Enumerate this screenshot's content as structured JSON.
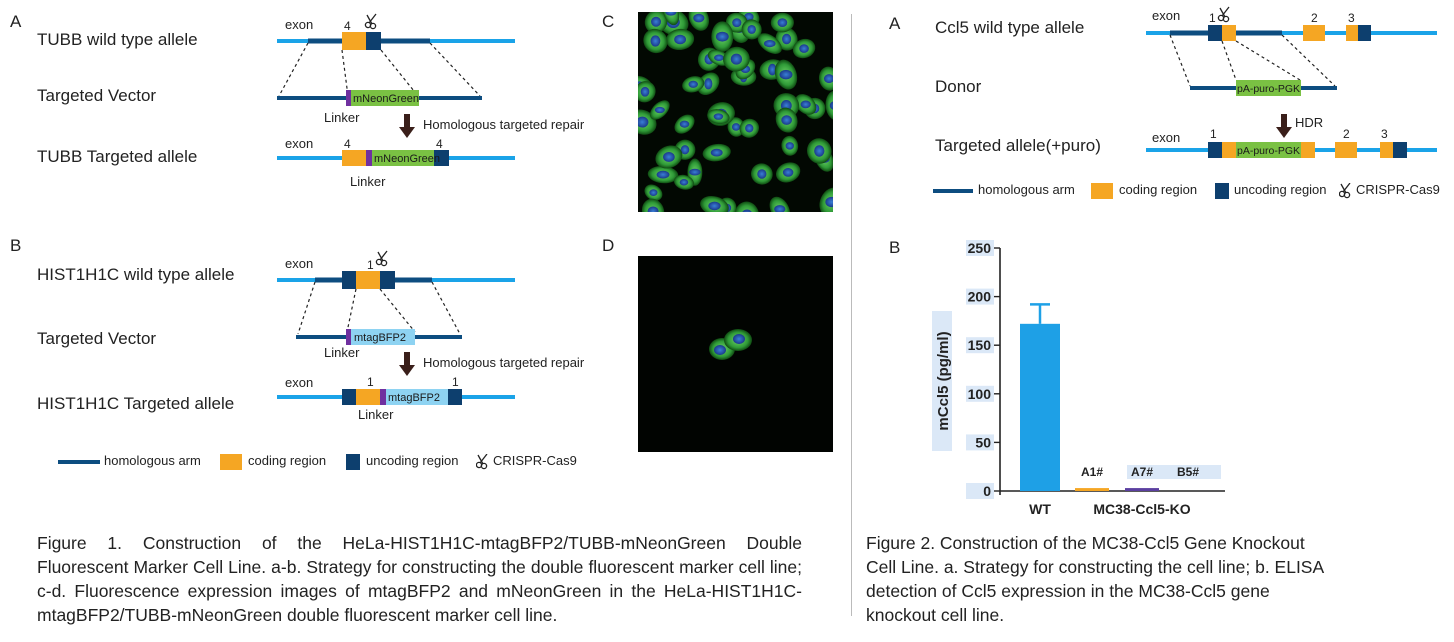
{
  "fig1": {
    "panelA": {
      "label": "A",
      "rows": [
        "TUBB wild type allele",
        "Targeted Vector",
        "TUBB Targeted allele"
      ],
      "exon_label": "exon",
      "exon_number": "4",
      "insert": "mNeonGreen",
      "linker": "Linker",
      "repair": "Homologous targeted repair"
    },
    "panelB": {
      "label": "B",
      "rows": [
        "HIST1H1C wild type allele",
        "Targeted Vector",
        "HIST1H1C Targeted allele"
      ],
      "exon_label": "exon",
      "exon_number": "1",
      "insert": "mtagBFP2",
      "linker": "Linker",
      "repair": "Homologous targeted repair"
    },
    "panelC": {
      "label": "C"
    },
    "panelD": {
      "label": "D"
    },
    "legend": {
      "homologous_arm": "homologous arm",
      "coding_region": "coding region",
      "uncoding_region": "uncoding region",
      "crispr": "CRISPR-Cas9"
    },
    "caption": "Figure 1. Construction of the HeLa-HIST1H1C-mtagBFP2/TUBB-mNeonGreen Double Fluorescent Marker Cell Line. a-b. Strategy for constructing the double fluorescent marker cell line; c-d. Fluorescence expression images of mtagBFP2 and mNeonGreen in the HeLa-HIST1H1C-mtagBFP2/TUBB-mNeonGreen double fluorescent marker cell line."
  },
  "fig2": {
    "panelA": {
      "label": "A",
      "rows": [
        "Ccl5 wild type allele",
        "Donor",
        "Targeted allele(+puro)"
      ],
      "exon_label": "exon",
      "exon_numbers": [
        "1",
        "2",
        "3"
      ],
      "donor_insert": "pA-puro-PGK",
      "repair": "HDR"
    },
    "legend": {
      "homologous_arm": "homologous arm",
      "coding_region": "coding region",
      "uncoding_region": "uncoding region",
      "crispr": "CRISPR-Cas9"
    },
    "panelB": {
      "label": "B"
    },
    "caption": "Figure 2. Construction of the MC38-Ccl5 Gene Knockout Cell Line. a. Strategy for constructing the cell line; b. ELISA detection of Ccl5 expression in the MC38-Ccl5 gene knockout cell line."
  },
  "colors": {
    "arm": "#0d4d80",
    "backbone": "#1aa3e8",
    "coding": "#f5a623",
    "uncoding": "#0d3f6e",
    "linker": "#7030a0",
    "mneongreen": "#7ac143",
    "mtagbfp2": "#8ed3f2",
    "bar_wt": "#1ea0e6",
    "bar_ko": "#5b3fa0"
  },
  "chart_data": {
    "type": "bar",
    "ylabel": "mCcl5 (pg/ml)",
    "ylim": [
      0,
      250
    ],
    "yticks": [
      0,
      50,
      100,
      150,
      200,
      250
    ],
    "categories": [
      "WT",
      "A1#",
      "A7#",
      "B5#"
    ],
    "group_label": "MC38-Ccl5-KO",
    "values": [
      172,
      3,
      3,
      0
    ],
    "error_upper": [
      192,
      null,
      null,
      null
    ],
    "bar_colors": [
      "#1ea0e6",
      "#f5a623",
      "#5b3fa0",
      "#5b3fa0"
    ]
  }
}
